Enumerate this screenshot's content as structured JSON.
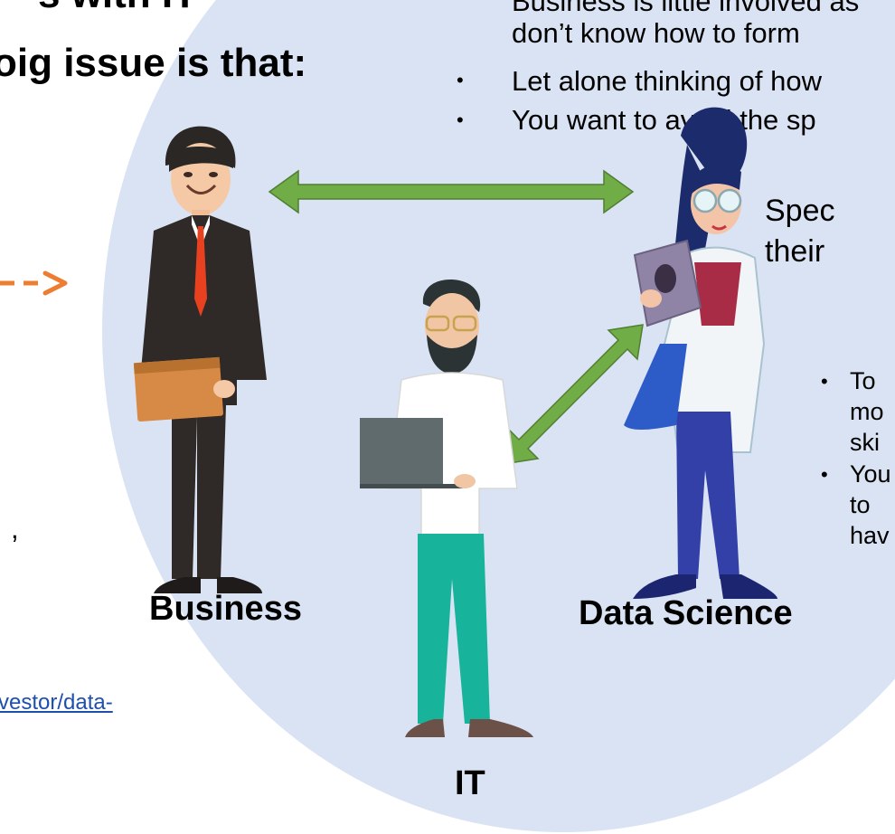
{
  "header": {
    "title_partial": "s with IT",
    "issue_heading": "oig issue is that:"
  },
  "top_bullets": [
    "Business is little involved as",
    "don’t know how to form",
    "Let alone thinking of how",
    "You want to avoid the sp"
  ],
  "right_text": {
    "spec_line1": "Spec",
    "spec_line2": "their",
    "bullet1_line1": "To",
    "bullet1_line2": "mo",
    "bullet1_line3": "ski",
    "bullet2_line1": "You",
    "bullet2_line2": "to",
    "bullet2_line3": "hav"
  },
  "left_text": {
    "comma": ","
  },
  "link": {
    "text": "vestor/data-"
  },
  "labels": {
    "business": "Business",
    "it": "IT",
    "data_science": "Data Science"
  },
  "colors": {
    "circle_bg": "#dae3f3",
    "arrow_green": "#70ad47",
    "arrow_orange": "#ed7d31",
    "link_blue": "#1f4fae"
  }
}
